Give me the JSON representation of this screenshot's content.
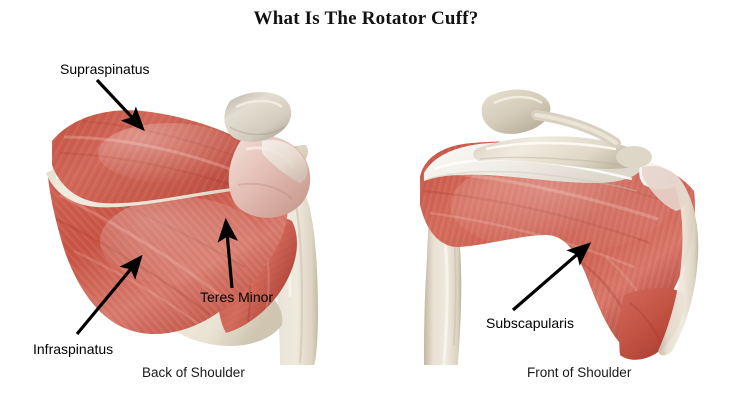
{
  "title": "What Is The Rotator Cuff?",
  "figures": [
    {
      "id": "back",
      "caption": "Back of Shoulder",
      "view": "posterior",
      "labels": [
        {
          "name": "supraspinatus",
          "text": "Supraspinatus"
        },
        {
          "name": "infraspinatus",
          "text": "Infraspinatus"
        },
        {
          "name": "teres-minor",
          "text": "Teres Minor"
        }
      ]
    },
    {
      "id": "front",
      "caption": "Front of Shoulder",
      "view": "anterior",
      "labels": [
        {
          "name": "subscapularis",
          "text": "Subscapularis"
        }
      ]
    }
  ],
  "labels": {
    "supraspinatus": "Supraspinatus",
    "infraspinatus": "Infraspinatus",
    "teres_minor": "Teres Minor",
    "subscapularis": "Subscapularis"
  },
  "captions": {
    "back": "Back of Shoulder",
    "front": "Front of Shoulder"
  },
  "colors": {
    "background": "#ffffff",
    "title_text": "#111111",
    "label_text": "#000000",
    "arrow": "#000000",
    "muscle_red": "#c75648",
    "muscle_red_light": "#d9766a",
    "muscle_red_dark": "#a8382f",
    "muscle_pink": "#dc9b93",
    "bone_cream": "#e7e0d2",
    "bone_shadow": "#c9bfae",
    "tendon_white": "#f2efe9"
  }
}
